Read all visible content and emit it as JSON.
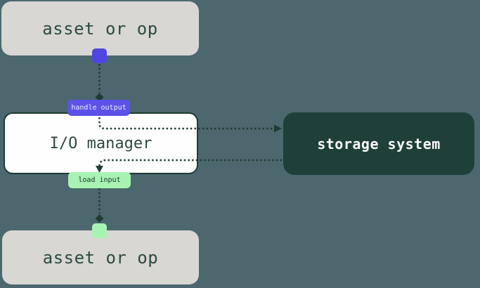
{
  "diagram": {
    "top_node": {
      "label": "asset or op"
    },
    "io_manager_node": {
      "label": "I/O manager"
    },
    "storage_node": {
      "label": "storage system"
    },
    "bottom_node": {
      "label": "asset or op"
    },
    "handle_output_badge": {
      "label": "handle output"
    },
    "load_input_badge": {
      "label": "load input"
    }
  },
  "colors": {
    "background": "#4c676e",
    "asset_node_fill": "#d8d7d4",
    "asset_node_text": "#2d4a3e",
    "io_manager_fill": "#fefefe",
    "io_manager_border": "#1e3c32",
    "storage_fill": "#1e4038",
    "storage_text": "#fbfbfb",
    "output_accent_purple": "#5145e0",
    "handle_output_badge_fill": "#5c52e8",
    "handle_output_badge_text": "#f2f1fd",
    "input_accent_green": "#a8f3b3",
    "load_input_badge_text": "#14362c",
    "connector_line": "#1e3c32"
  }
}
